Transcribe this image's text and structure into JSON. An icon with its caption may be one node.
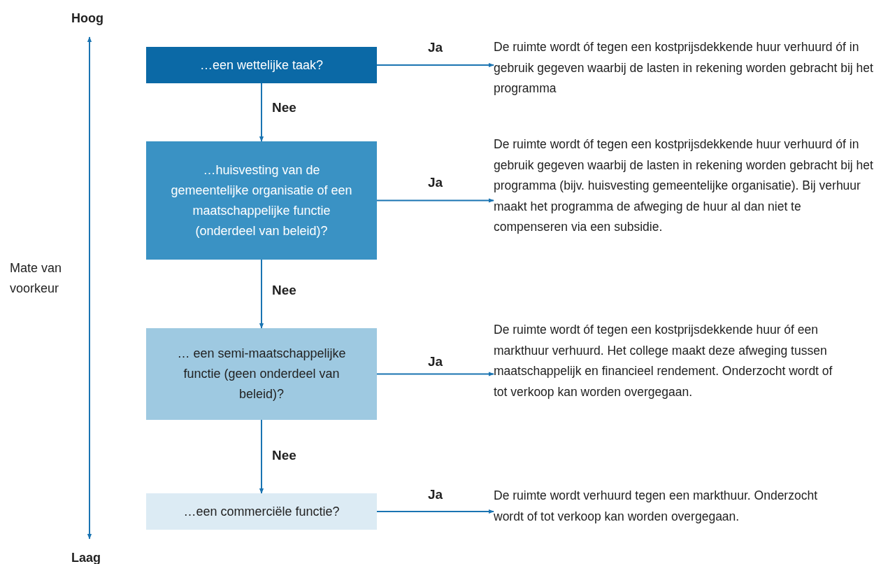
{
  "diagram": {
    "nodes": [
      {
        "text": [
          "…een wettelijke taak?"
        ]
      },
      {
        "text": [
          "…huisvesting van de gemeentelijke organisatie of een maatschappelijke functie (onderdeel van beleid)?"
        ]
      },
      {
        "text": [
          "… een semi-maatschappelijke functie (geen onderdeel van beleid)?"
        ]
      },
      {
        "text": [
          "…een commerciële functie?"
        ]
      },
      {
        "text": [
          "De ruimte wordt óf tegen een kostprijsdekkende huur verhuurd óf in gebruik gegeven waarbij de lasten in rekening worden gebracht bij het programma"
        ]
      },
      {
        "text": [
          "De ruimte wordt óf tegen een kostprijsdekkende huur verhuurd óf in gebruik gegeven waarbij de lasten in rekening worden gebracht bij het programma (bijv. huisvesting gemeentelijke organisatie). Bij verhuur maakt het programma de afweging de huur al dan niet te compenseren via een subsidie."
        ]
      },
      {
        "text": [
          "De ruimte wordt óf tegen een kostprijsdekkende huur óf een markthuur verhuurd. Het college maakt deze afweging tussen maatschappelijk en financieel rendement. Onderzocht wordt of tot verkoop kan worden overgegaan."
        ]
      },
      {
        "text": [
          "De ruimte wordt verhuurd tegen een markthuur. Onderzocht wordt of tot verkoop kan worden overgegaan."
        ]
      }
    ],
    "edges": [
      {
        "from": 0,
        "to": 1,
        "arrow": "to",
        "label": "Nee"
      },
      {
        "from": 1,
        "to": 2,
        "arrow": "to",
        "label": "Nee"
      },
      {
        "from": 2,
        "to": 3,
        "arrow": "to",
        "label": "Nee"
      },
      {
        "from": 0,
        "to": 4,
        "arrow": "to",
        "label": "Ja"
      },
      {
        "from": 1,
        "to": 5,
        "arrow": "to",
        "label": "Ja"
      },
      {
        "from": 2,
        "to": 6,
        "arrow": "to",
        "label": "Ja"
      },
      {
        "from": 3,
        "to": 7,
        "arrow": "to",
        "label": "Ja"
      }
    ],
    "labels": [
      "Hoog",
      "Mate van voorkeur",
      "Laag"
    ]
  }
}
